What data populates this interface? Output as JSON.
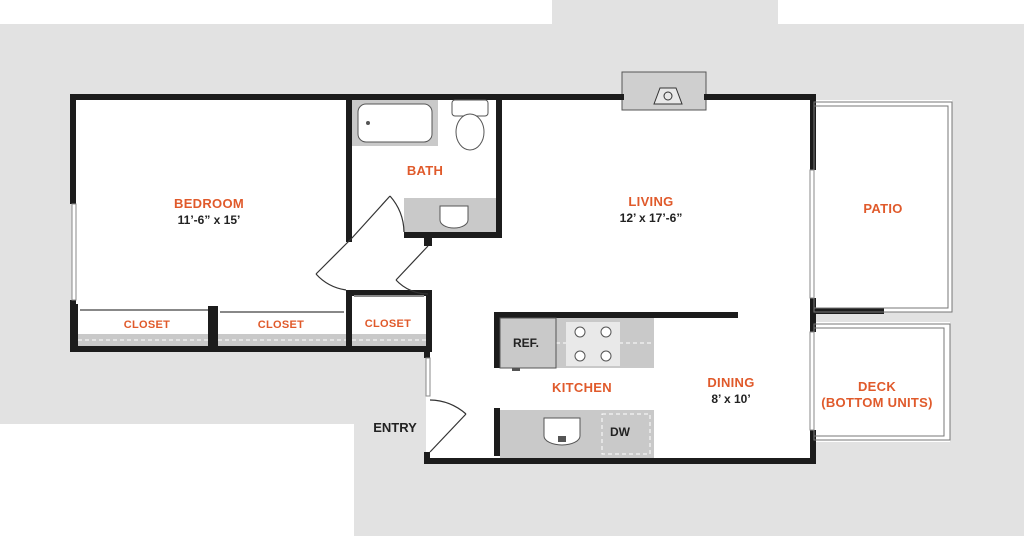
{
  "colors": {
    "wall": "#1c1c1c",
    "background_shade": "#e2e2e2",
    "fixture": "#c9c9c9",
    "label_accent": "#e05a2b",
    "dimension_text": "#222222"
  },
  "rooms": {
    "bedroom": {
      "label": "BEDROOM",
      "dimensions": "11’-6” x 15’"
    },
    "bath": {
      "label": "BATH"
    },
    "living": {
      "label": "LIVING",
      "dimensions": "12’ x 17’-6”"
    },
    "patio": {
      "label": "PATIO"
    },
    "closet_1": {
      "label": "CLOSET"
    },
    "closet_2": {
      "label": "CLOSET"
    },
    "closet_3": {
      "label": "CLOSET"
    },
    "kitchen": {
      "label": "KITCHEN"
    },
    "dining": {
      "label": "DINING",
      "dimensions": "8’ x 10’"
    },
    "deck": {
      "label_line1": "DECK",
      "label_line2": "(BOTTOM UNITS)"
    },
    "entry": {
      "label": "ENTRY"
    }
  },
  "fixtures": {
    "refrigerator": "REF.",
    "dishwasher": "DW"
  }
}
